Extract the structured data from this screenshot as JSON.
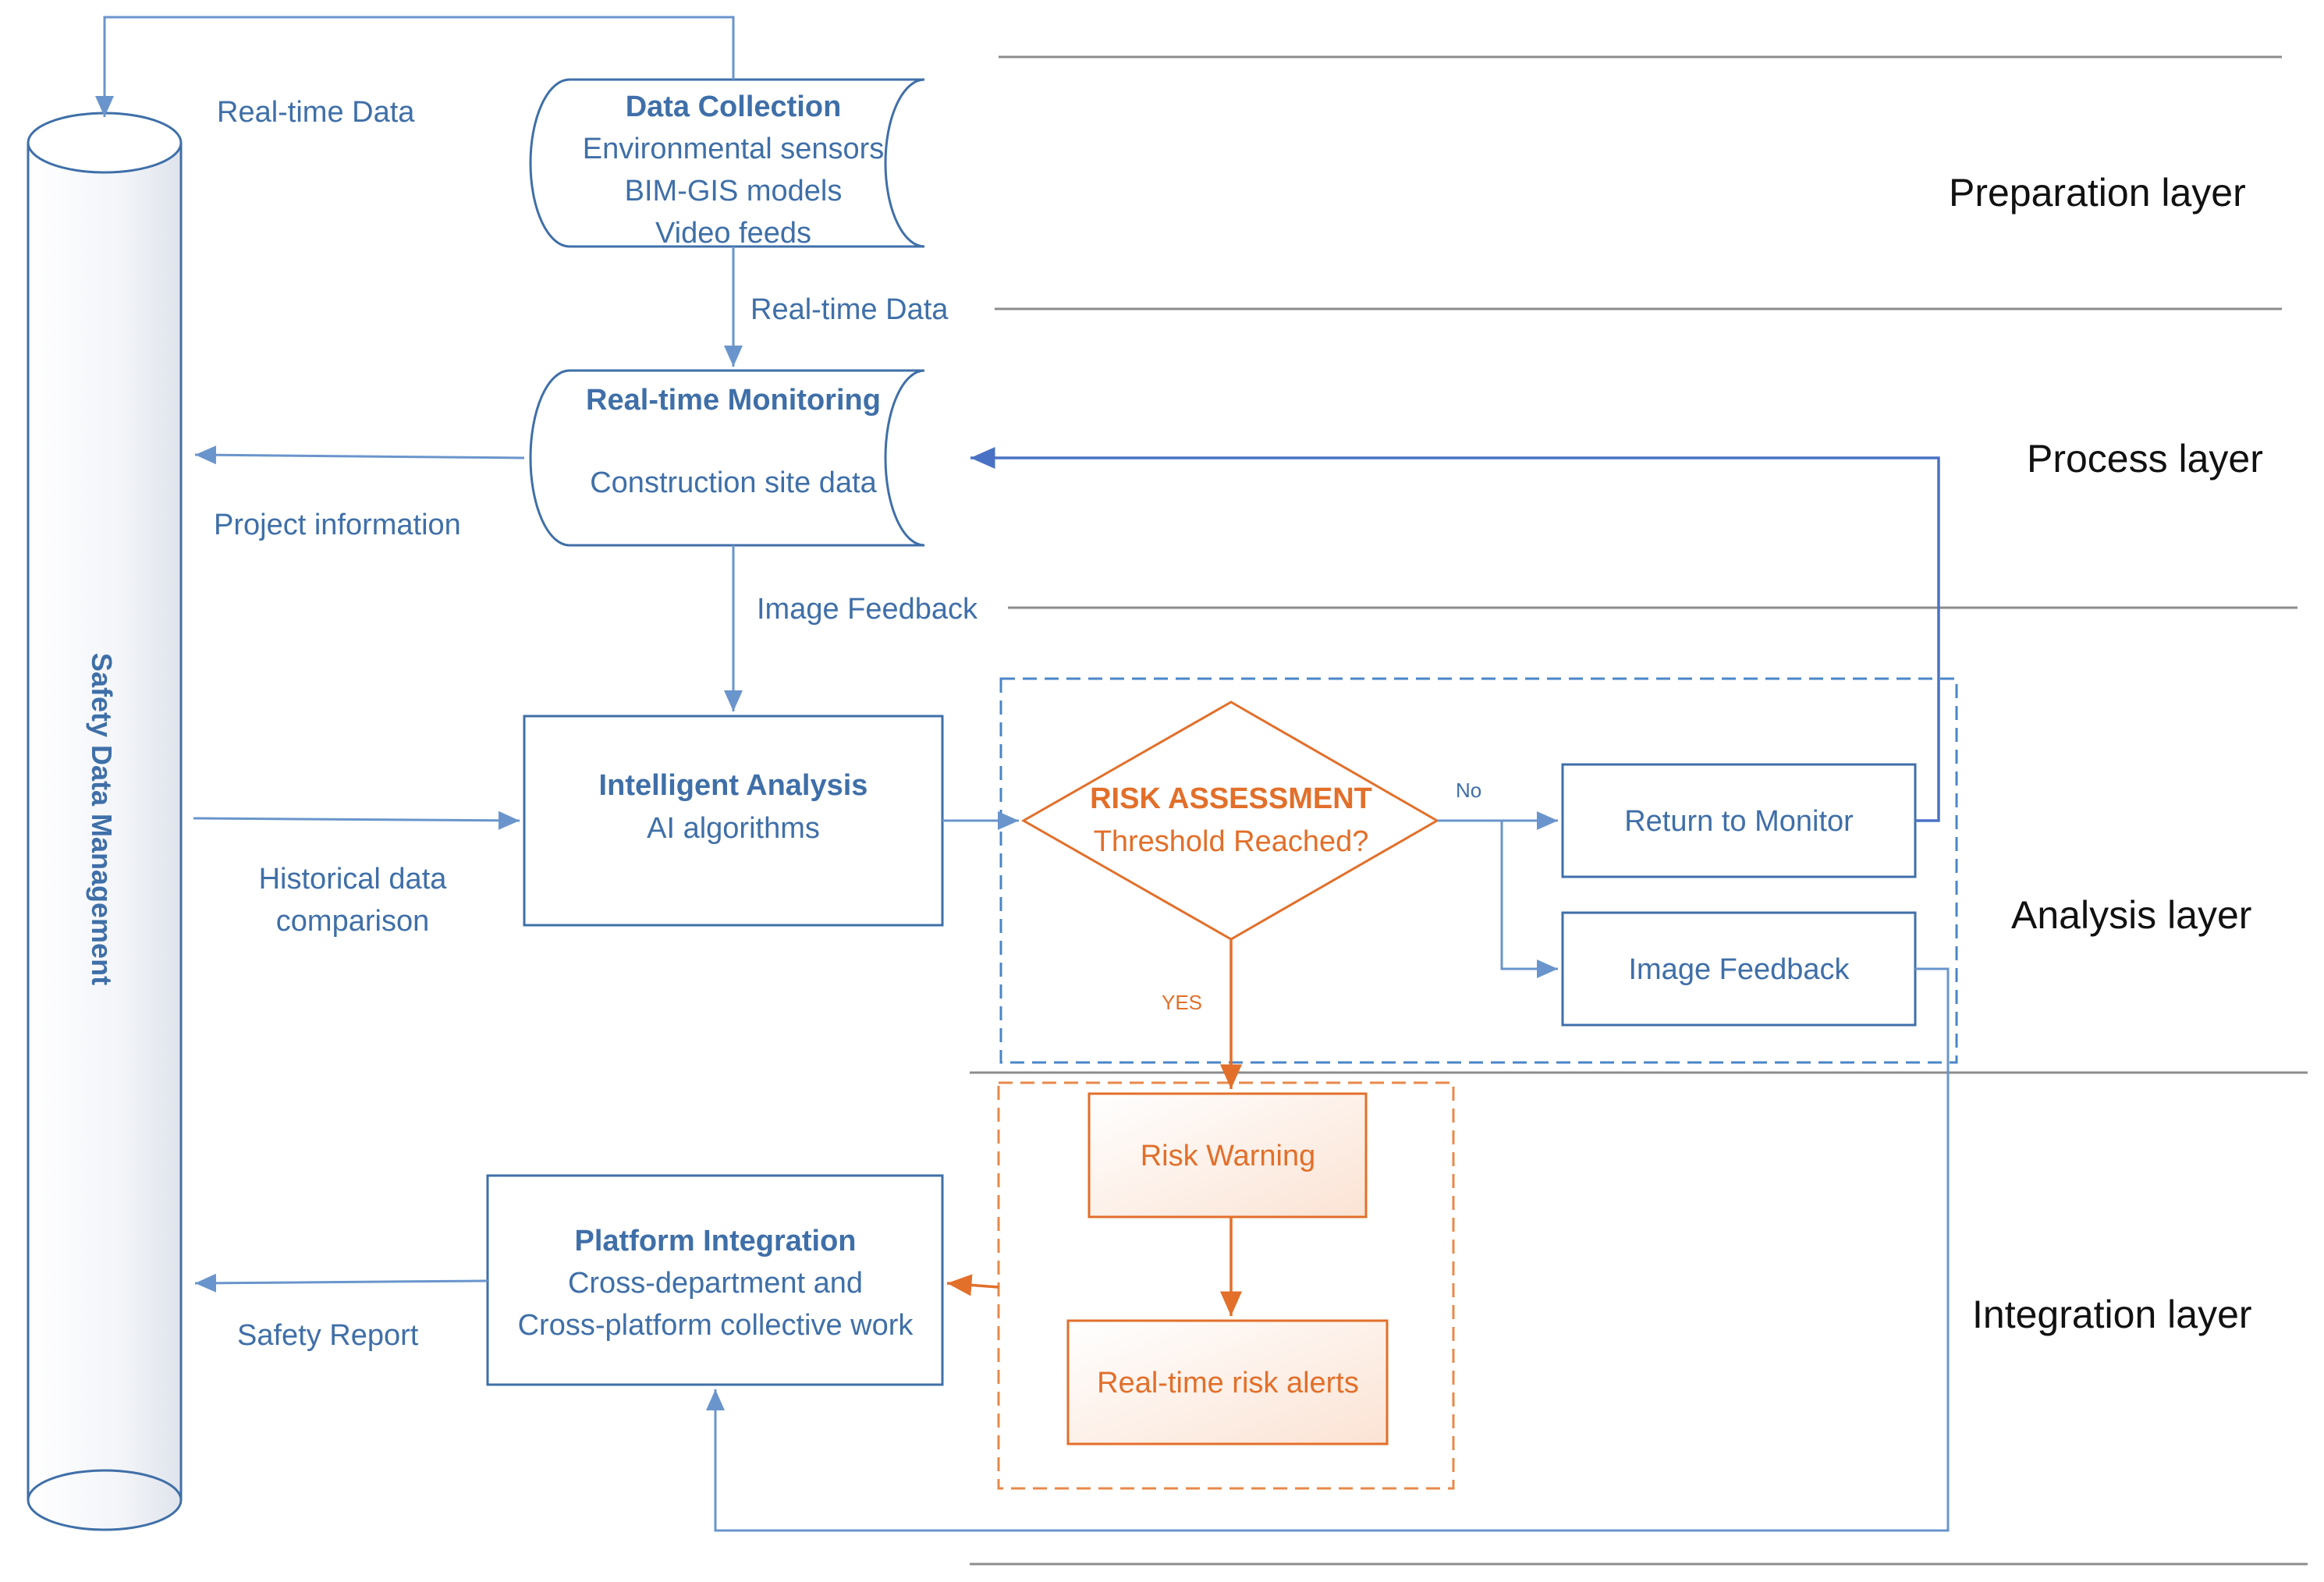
{
  "layers": {
    "preparation": "Preparation layer",
    "process": "Process layer",
    "analysis": "Analysis layer",
    "integration": "Integration layer"
  },
  "storage": {
    "label": "Safety Data Management"
  },
  "nodes": {
    "data_collection": {
      "title": "Data Collection",
      "lines": [
        "Environmental sensors",
        "BIM-GIS models",
        "Video feeds"
      ]
    },
    "realtime_monitoring": {
      "title": "Real-time Monitoring",
      "line": "Construction site data"
    },
    "intelligent_analysis": {
      "title": "Intelligent Analysis",
      "line": "AI algorithms"
    },
    "risk_assessment": {
      "title": "RISK ASSESSMENT",
      "line": "Threshold Reached?"
    },
    "return_to_monitor": {
      "label": "Return to Monitor"
    },
    "image_feedback_box": {
      "label": "Image Feedback"
    },
    "risk_warning": {
      "label": "Risk Warning"
    },
    "realtime_risk_alerts": {
      "label": "Real-time risk alerts"
    },
    "platform_integration": {
      "title": "Platform Integration",
      "lines": [
        "Cross-department and",
        "Cross-platform collective work"
      ]
    }
  },
  "edge_labels": {
    "realtime_data_top": "Real-time Data",
    "realtime_data_mid": "Real-time Data",
    "project_information": "Project information",
    "image_feedback_flow": "Image Feedback",
    "historical_1": "Historical data",
    "historical_2": "comparison",
    "safety_report": "Safety Report",
    "no": "No",
    "yes": "YES"
  },
  "colors": {
    "blue": "#3F6FA8",
    "blue_arrow": "#4A72C4",
    "orange": "#E26F2A",
    "gray_line": "#8C8C8C"
  }
}
